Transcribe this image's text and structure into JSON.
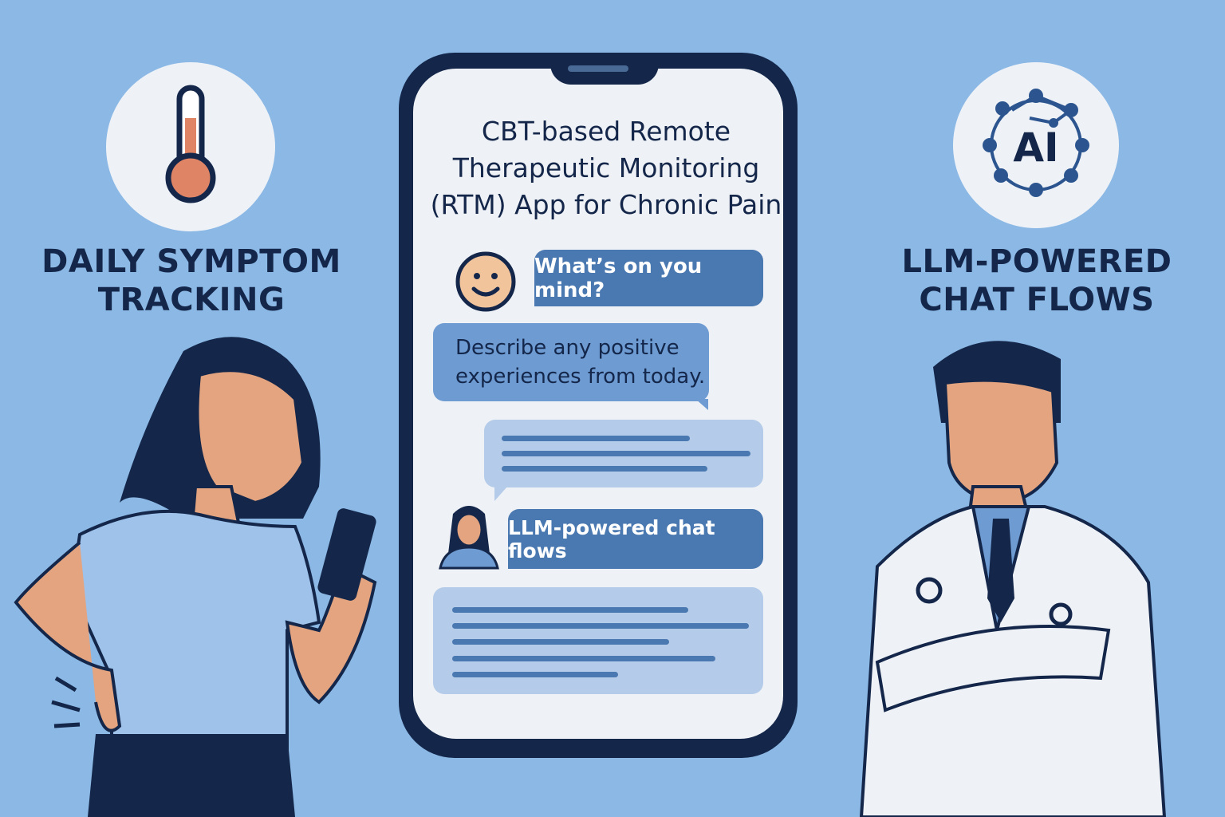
{
  "left_panel": {
    "icon": "thermometer-icon",
    "heading_line1": "DAILY SYMPTOM",
    "heading_line2": "TRACKING"
  },
  "right_panel": {
    "icon": "ai-network-icon",
    "icon_text": "AI",
    "heading_line1": "LLM-POWERED",
    "heading_line2": "CHAT FLOWS"
  },
  "phone": {
    "title_line1": "CBT-based Remote",
    "title_line2": "Therapeutic Monitoring",
    "title_line3": "(RTM) App for Chronic Pain",
    "messages": [
      {
        "sender": "smiley-avatar",
        "text": "What’s on you mind?"
      },
      {
        "sender": "app",
        "text_line1": "Describe any positive",
        "text_line2": "experiences from today."
      },
      {
        "sender": "placeholder",
        "lines": 3
      },
      {
        "sender": "woman-avatar",
        "text": "LLM-powered chat flows"
      },
      {
        "sender": "placeholder",
        "lines": 5
      }
    ]
  },
  "colors": {
    "background": "#8bb8e5",
    "navy": "#14274a",
    "bubble_dark": "#4a78b0",
    "bubble_mid": "#6d9bd2",
    "bubble_light": "#b4cce9",
    "skin": "#e4a47f"
  }
}
